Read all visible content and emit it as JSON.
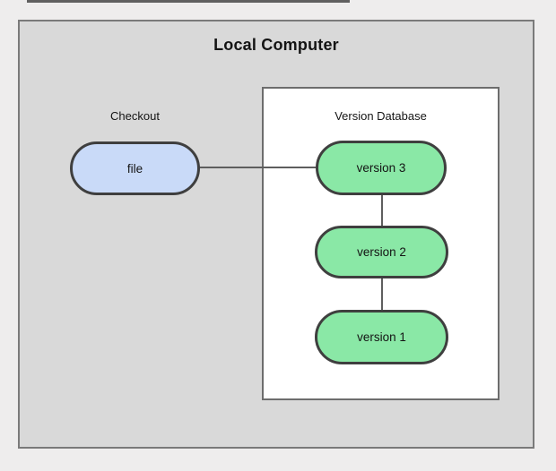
{
  "diagram": {
    "title": "Local Computer",
    "checkout": {
      "label": "Checkout",
      "node": "file"
    },
    "version_database": {
      "label": "Version Database",
      "nodes": [
        "version 3",
        "version 2",
        "version 1"
      ]
    },
    "colors": {
      "background": "#eeeded",
      "outer_fill": "#d9d9d9",
      "outer_border": "#7a7a7a",
      "inner_fill": "#ffffff",
      "inner_border": "#6d6d6d",
      "file_fill": "#c9daf8",
      "version_fill": "#8ae8a6",
      "node_border": "#3f3f3f",
      "connector": "#5e5e5e",
      "text": "#141414"
    }
  }
}
